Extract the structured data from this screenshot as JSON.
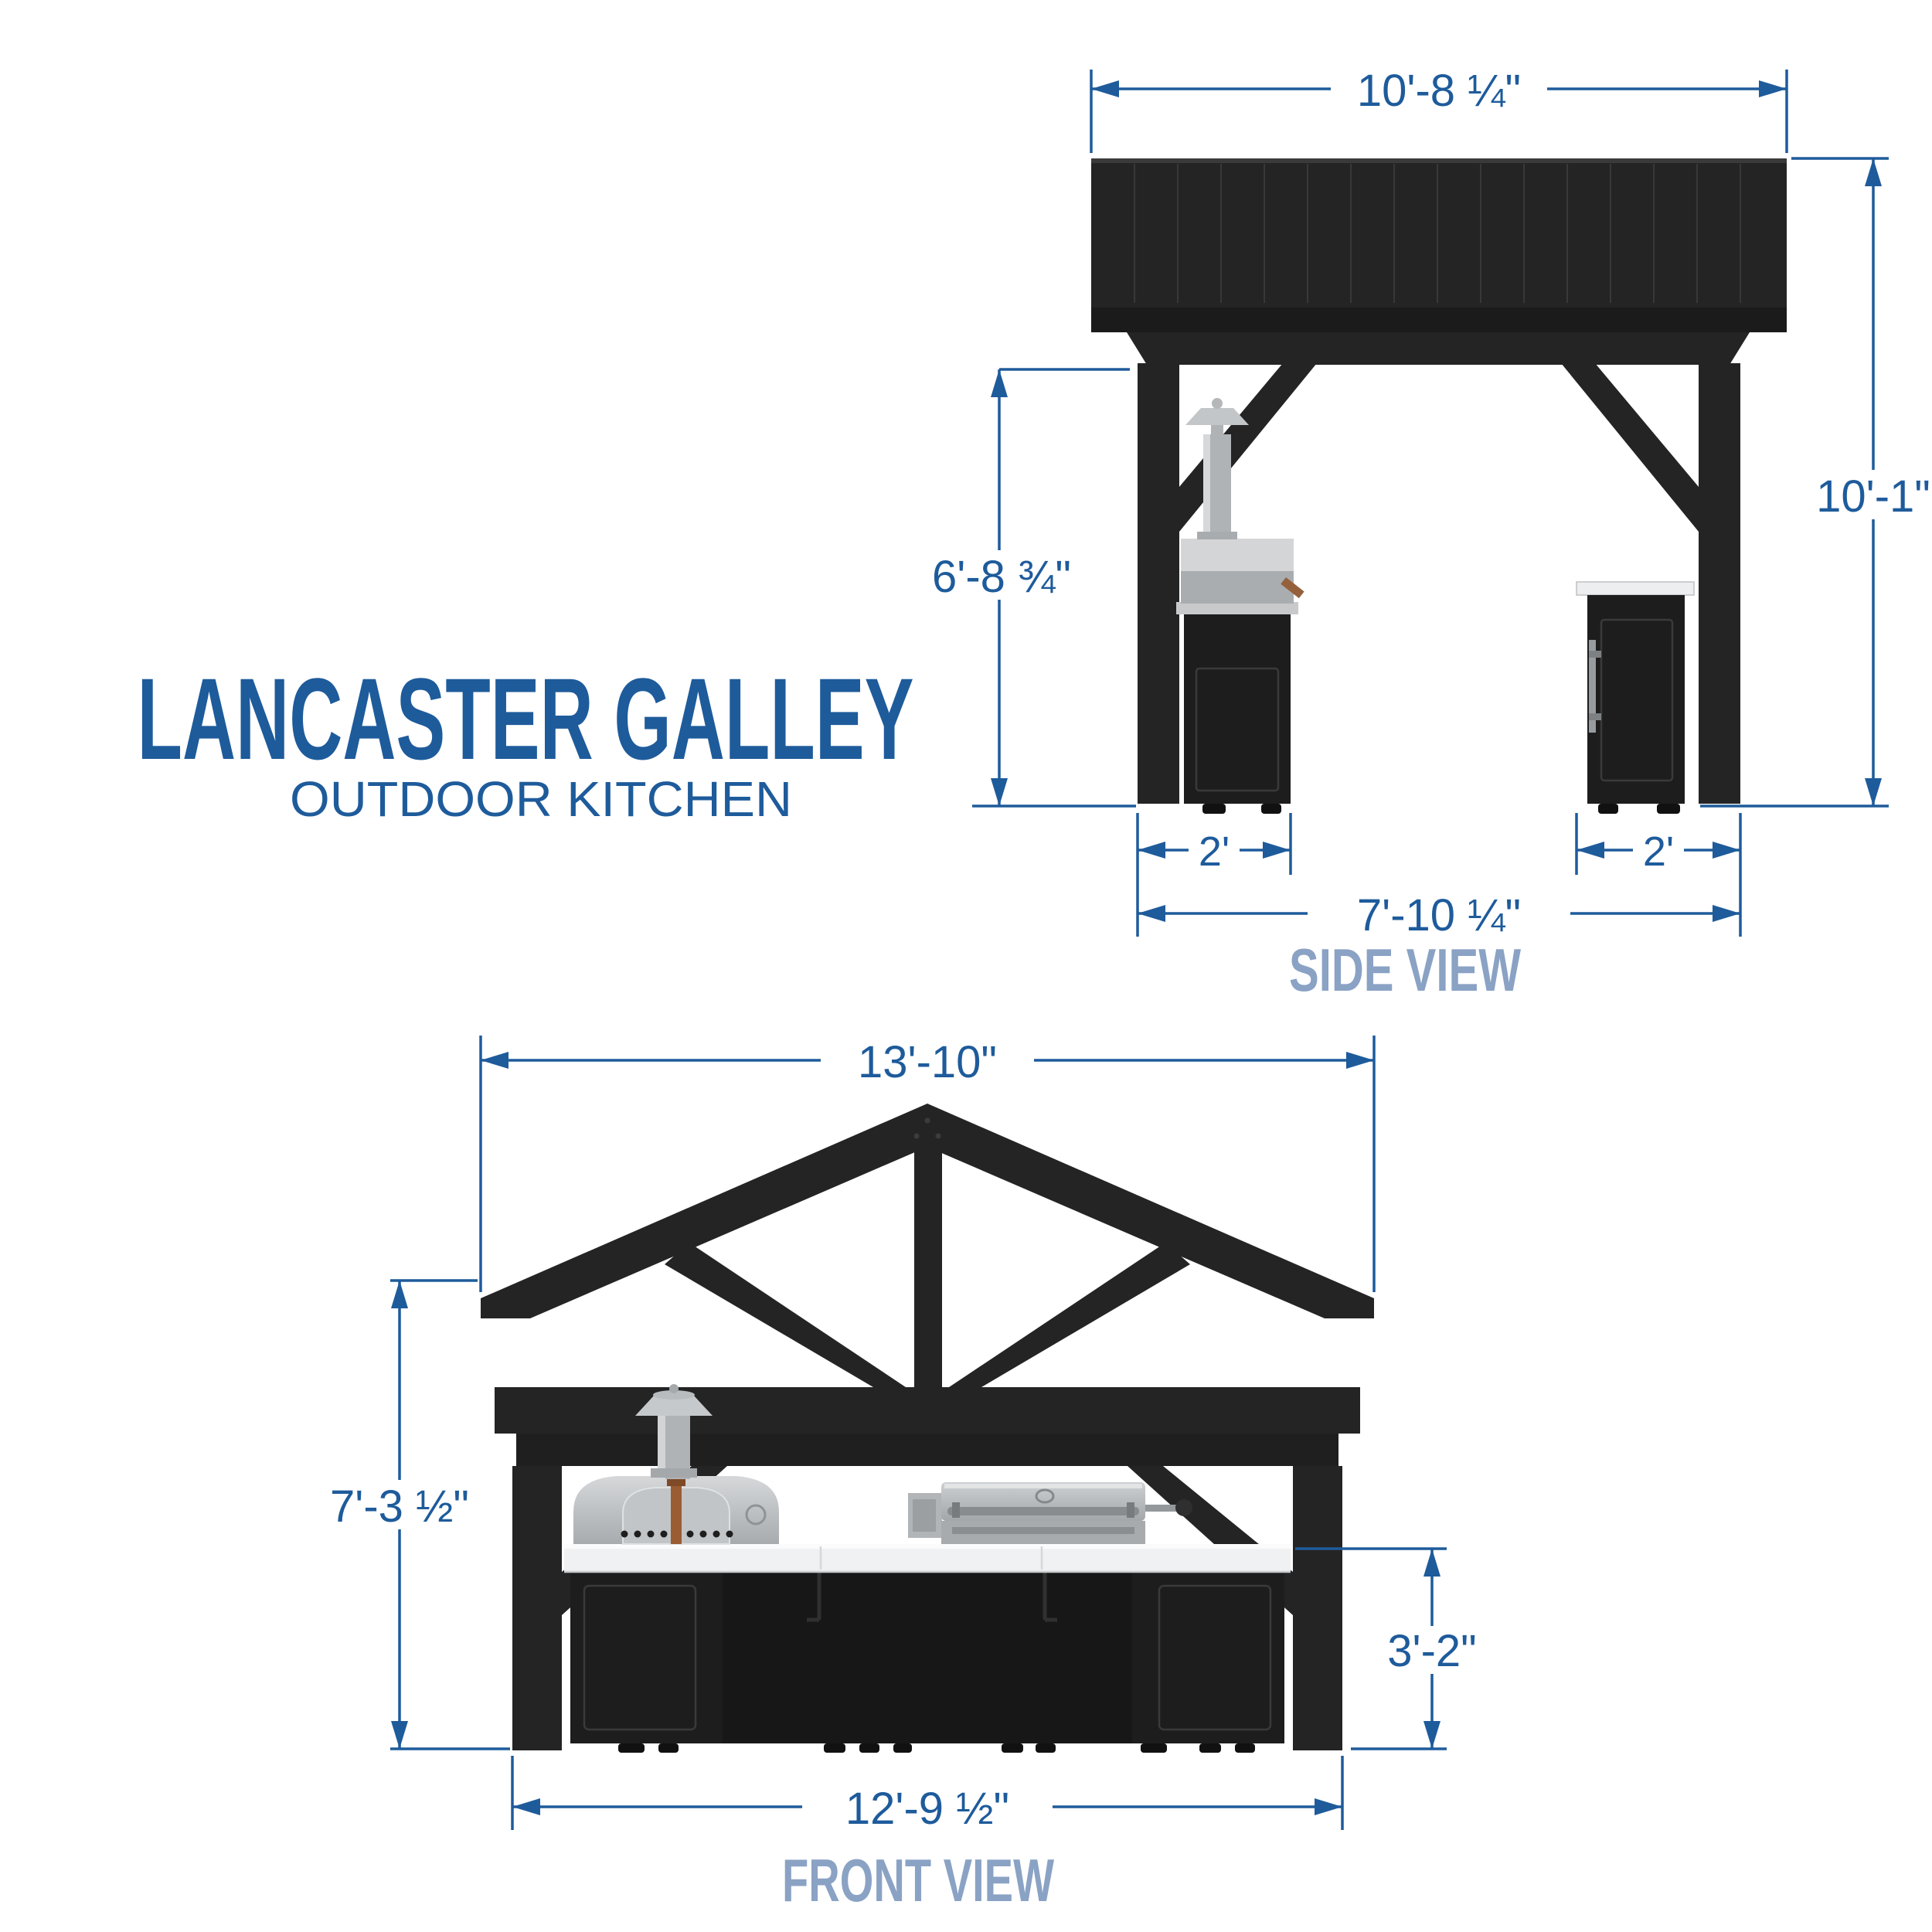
{
  "title": {
    "main": "LANCASTER GALLEY",
    "subtitle": "OUTDOOR KITCHEN"
  },
  "side_view": {
    "label": "SIDE VIEW",
    "dims": {
      "roof_depth": "10'-8 ¼\"",
      "overall_height": "10'-1\"",
      "clearance": "6'-8 ¾\"",
      "left_counter": "2'",
      "right_counter": "2'",
      "base_depth": "7'-10 ¼\""
    }
  },
  "front_view": {
    "label": "FRONT VIEW",
    "dims": {
      "roof_width": "13'-10\"",
      "eave_height": "7'-3 ½\"",
      "counter_height": "3'-2\"",
      "base_width": "12'-9 ½\""
    }
  },
  "colors": {
    "dimension": "#1e5b9b",
    "title": "#1e5b9b",
    "view_label": "#8aa2c4",
    "structure": "#242424",
    "counter": "#f0f1f2",
    "oven_metal": "#b9bcbe"
  }
}
